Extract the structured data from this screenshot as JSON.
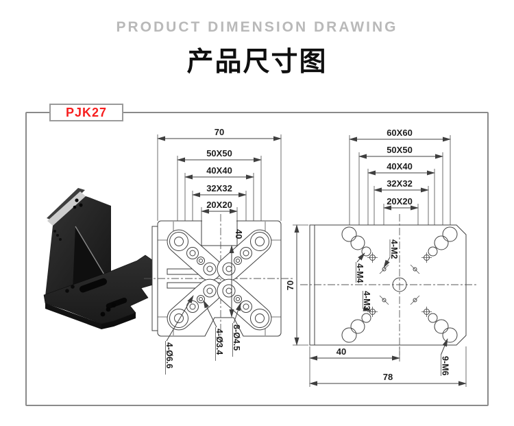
{
  "header": {
    "title_en": "PRODUCT DIMENSION DRAWING",
    "title_zh": "产品尺寸图"
  },
  "model_label": "PJK27",
  "front_view": {
    "dim_width": "70",
    "dim_50": "50X50",
    "dim_40": "40X40",
    "dim_32": "32X32",
    "dim_20": "20X20",
    "dim_v40": "40",
    "hole_label_1": "4-Ø6.6",
    "hole_label_2": "4-Ø3.4",
    "hole_label_3": "8-Ø4.5"
  },
  "back_view": {
    "dim_60": "60X60",
    "dim_50": "50X50",
    "dim_40": "40X40",
    "dim_32": "32X32",
    "dim_20": "20X20",
    "dim_height": "70",
    "dim_offset": "40",
    "dim_width": "78",
    "hole_label_m4": "4-M4",
    "hole_label_m2": "4-M2",
    "hole_label_m3": "4-M3",
    "hole_label_m6": "9-M6"
  },
  "colors": {
    "accent_red": "#f71e1e",
    "title_gray": "#b9b9b9",
    "frame_gray": "#8a8a8a",
    "line_color": "#3f3f3f",
    "part_black": "#1c1c1c"
  }
}
